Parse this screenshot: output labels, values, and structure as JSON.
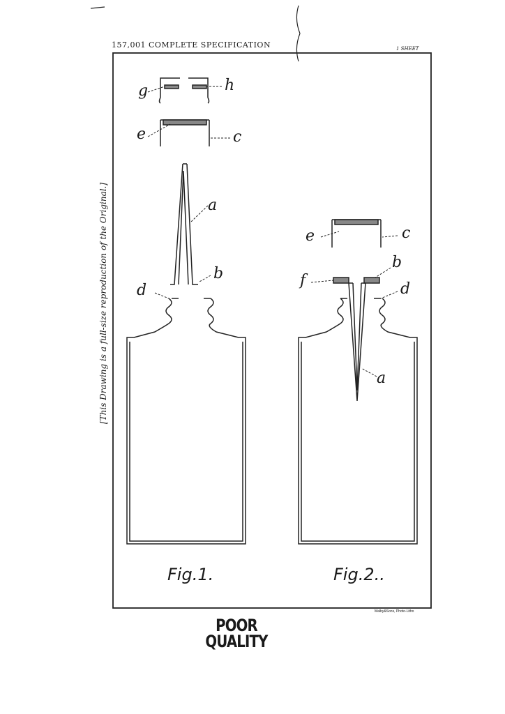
{
  "header": {
    "title": "157,001 COMPLETE SPECIFICATION",
    "sheet": "1 SHEET"
  },
  "side_note": "[This Drawing is a full-size reproduction of the Original.]",
  "figures": [
    {
      "caption": "Fig.1.",
      "labels": {
        "g": "g",
        "h": "h",
        "e": "e",
        "c": "c",
        "a": "a",
        "b": "b",
        "d": "d"
      }
    },
    {
      "caption": "Fig.2..",
      "labels": {
        "e": "e",
        "c": "c",
        "f": "f",
        "b": "b",
        "d": "d",
        "a": "a"
      }
    }
  ],
  "printer": "Malby&Sons, Photo-Litho",
  "stamp": {
    "line1": "POOR",
    "line2": "QUALITY"
  }
}
